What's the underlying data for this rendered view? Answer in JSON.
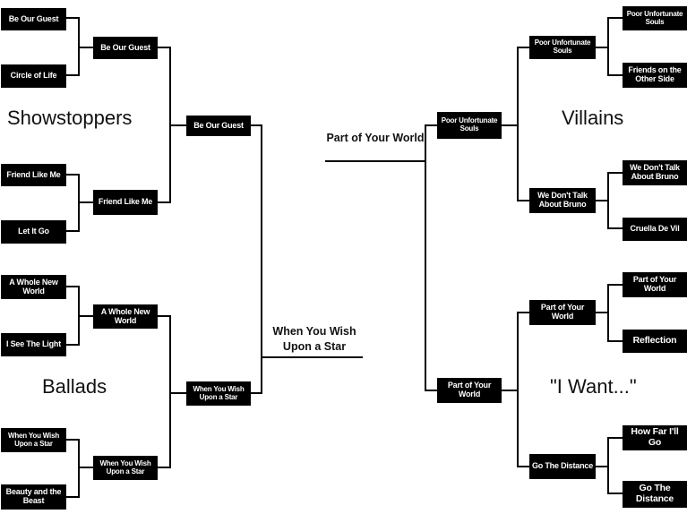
{
  "regions": {
    "showstoppers": "Showstoppers",
    "ballads": "Ballads",
    "villains": "Villains",
    "i_want": "\"I Want...\""
  },
  "left": {
    "r1": [
      "Be Our Guest",
      "Circle of Life",
      "Friend Like Me",
      "Let It Go",
      "A Whole New World",
      "I See The Light",
      "When You Wish Upon a Star",
      "Beauty and the Beast"
    ],
    "r2": [
      "Be Our Guest",
      "Friend Like Me",
      "A Whole New World",
      "When You Wish Upon a Star"
    ],
    "r3": [
      "Be Our Guest",
      "When You Wish Upon a Star"
    ]
  },
  "right": {
    "r1": [
      "Poor Unfortunate Souls",
      "Friends on the Other Side",
      "We Don't Talk About Bruno",
      "Cruella De Vil",
      "Part of Your World",
      "Reflection",
      "How Far I'll Go",
      "Go The Distance"
    ],
    "r2": [
      "Poor Unfortunate Souls",
      "We Don't Talk About Bruno",
      "Part of Your World",
      "Go The Distance"
    ],
    "r3": [
      "Poor Unfortunate Souls",
      "Part of Your World"
    ]
  },
  "finalists": {
    "left": "When You Wish Upon a Star",
    "right": "Part of Your World"
  }
}
